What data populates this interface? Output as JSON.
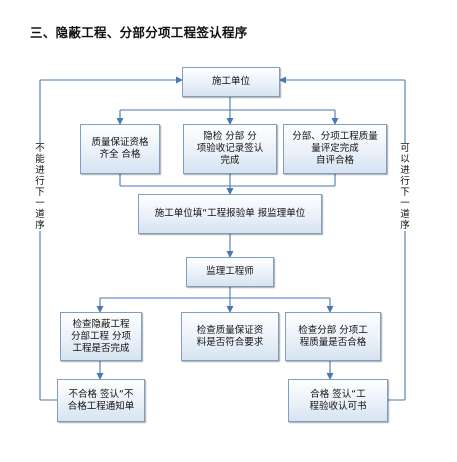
{
  "title": "三、隐蔽工程、分部分项工程签认程序",
  "nodes": {
    "contractor": "施工单位",
    "quality_docs": "质量保证资格\n齐全  合格",
    "concealed": "隐检  分部  分\n项验收记录签认\n完成",
    "sub_eval": "分部、分项工程质量\n量评定完成\n自评合格",
    "submit": "施工单位填“工程报验单 报监理单位",
    "supervisor": "监理工程师",
    "check_concealed": "检查隐蔽工程\n分部工程  分项\n工程是否完成",
    "check_quality_docs": "检查质量保证资\n料是否符合要求",
    "check_sub_quality": "检查分部  分项工\n程质量是否合格",
    "fail": "不合格  签认“不\n合格工程通知单",
    "pass": "合格  签认“工\n程验收认可书"
  },
  "side_labels": {
    "left": "不\n能\n进\n行\n下\n一\n道\n序",
    "right": "可\n以\n进\n行\n下\n一\n道\n序"
  }
}
